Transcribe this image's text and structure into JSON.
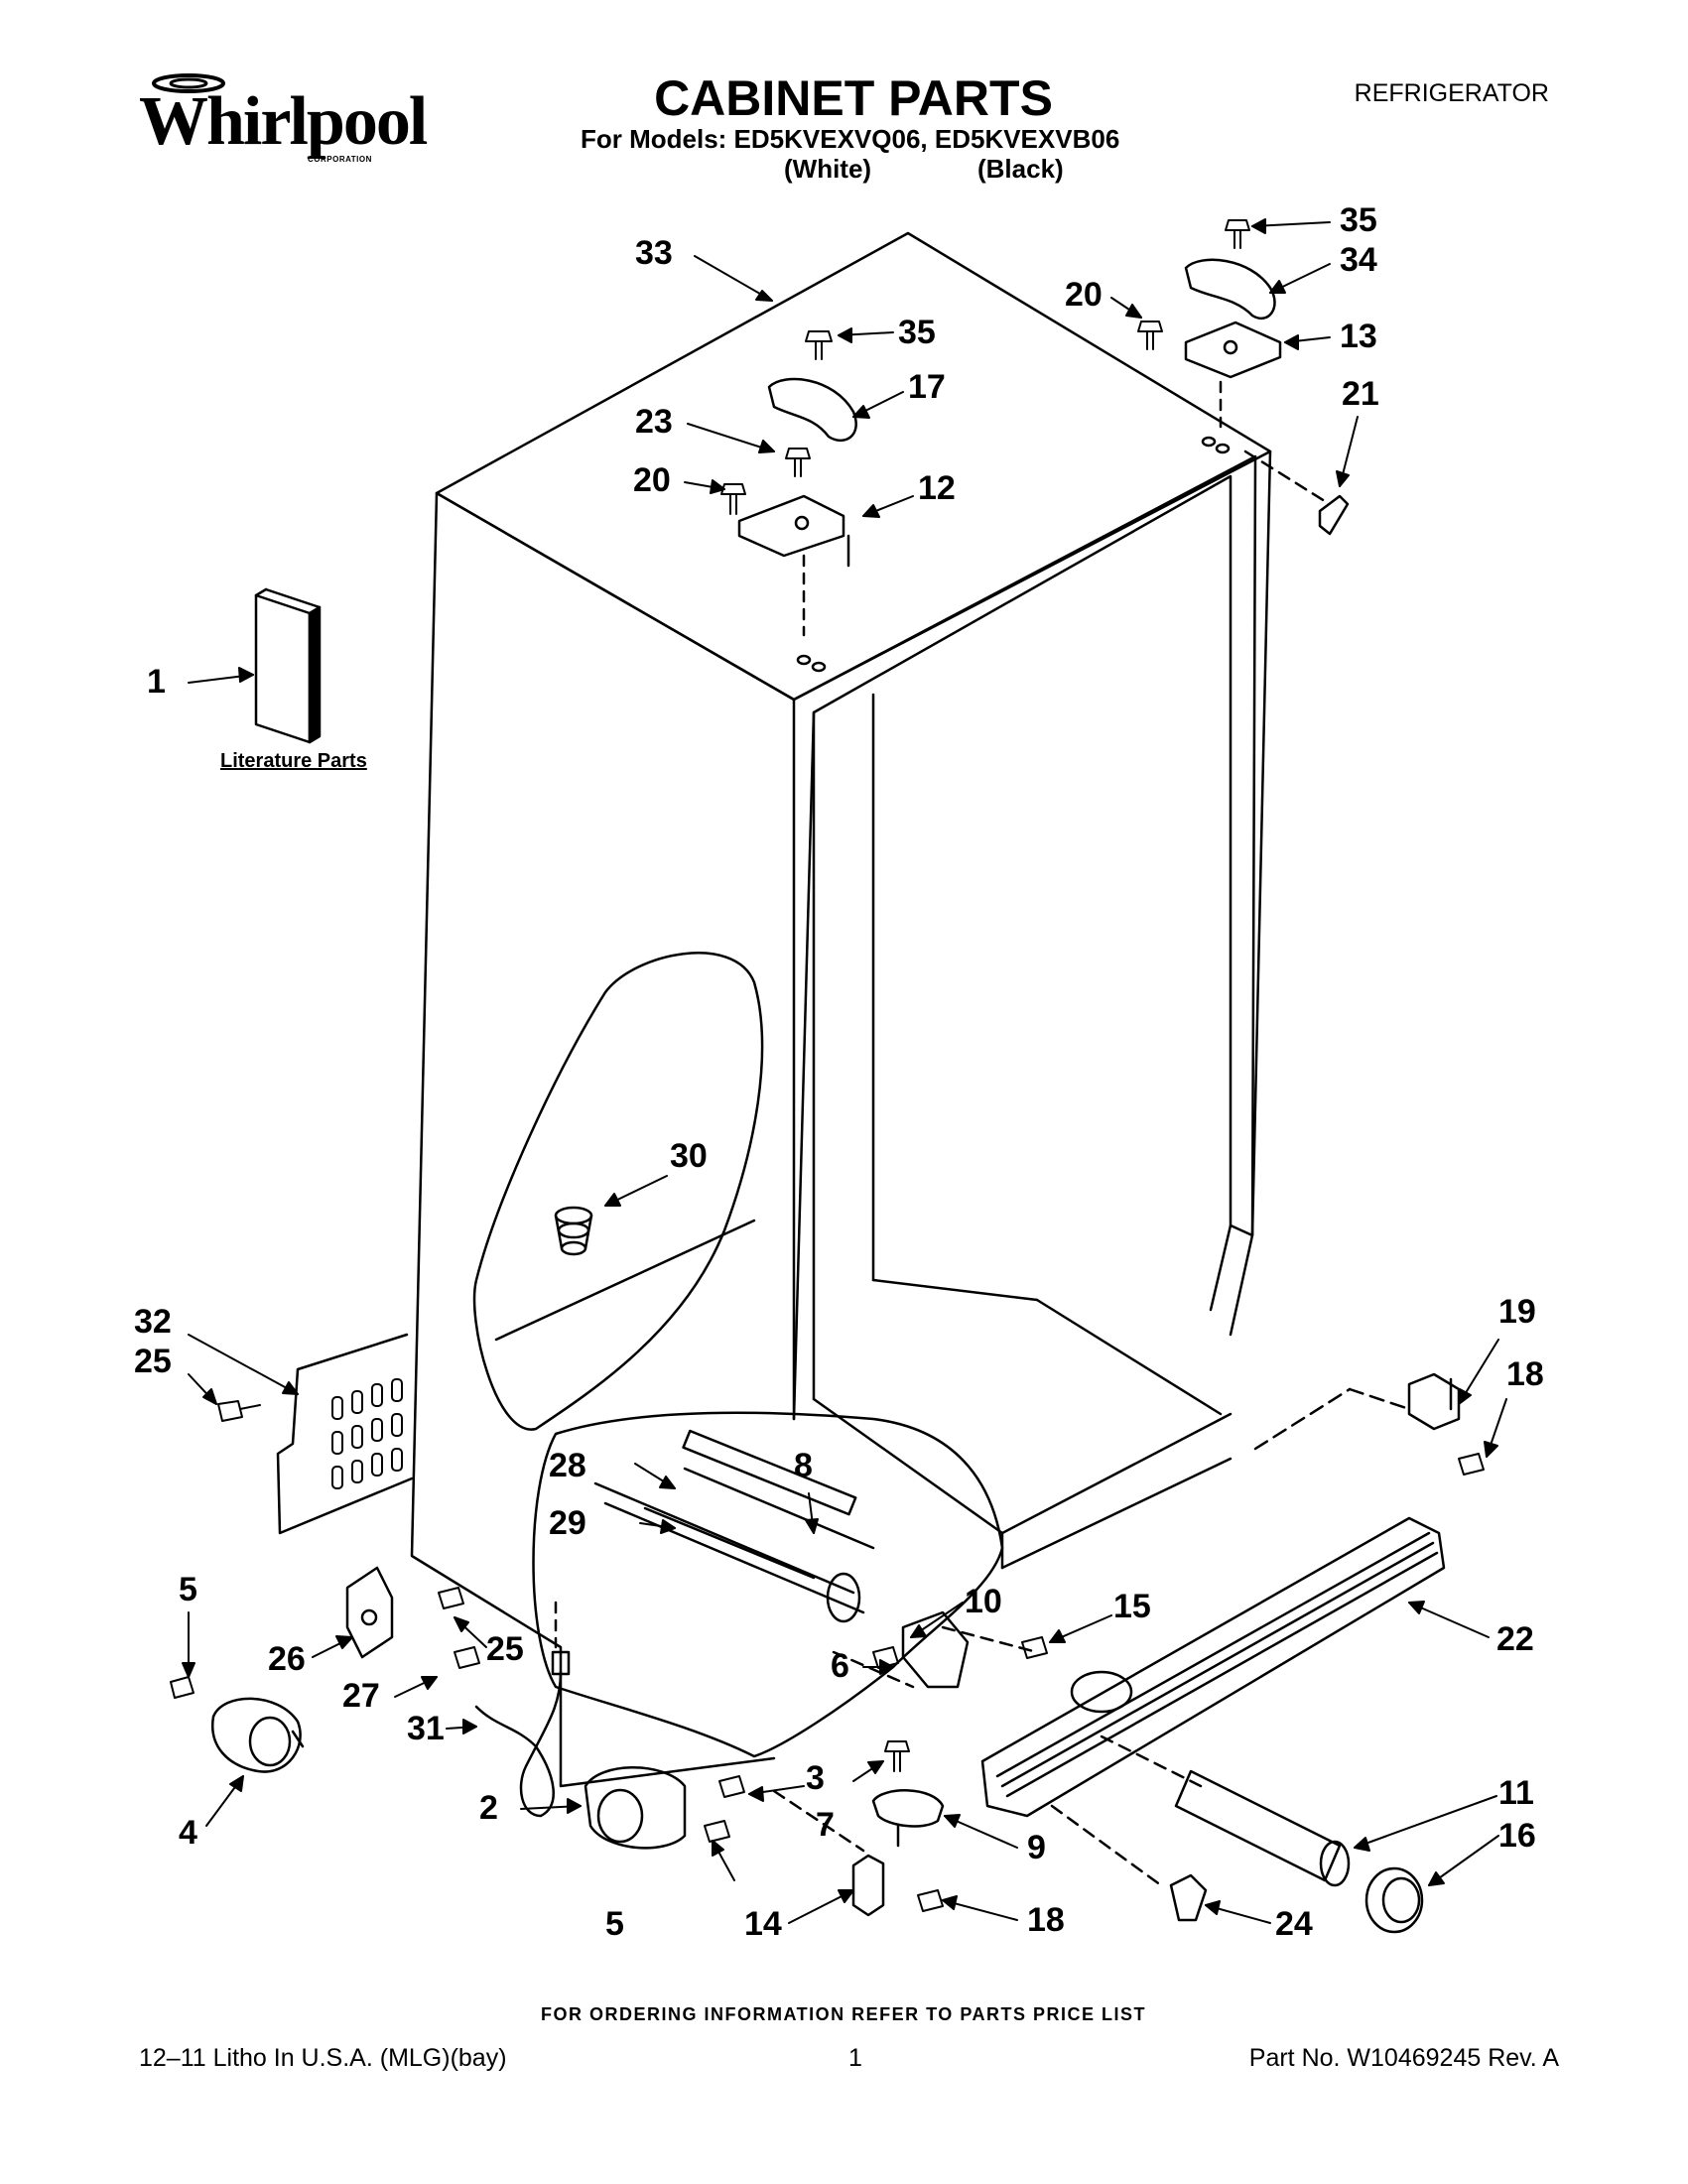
{
  "header": {
    "brand": "Whirlpool",
    "brand_corp": "CORPORATION",
    "title": "CABINET PARTS",
    "models_line": "For Models: ED5KVEXVQ06, ED5KVEXVB06",
    "color_white": "(White)",
    "color_black": "(Black)",
    "category": "REFRIGERATOR"
  },
  "diagram": {
    "literature_label": "Literature Parts",
    "callouts": [
      "1",
      "2",
      "3",
      "4",
      "5",
      "5",
      "6",
      "7",
      "8",
      "9",
      "10",
      "11",
      "12",
      "13",
      "14",
      "15",
      "16",
      "17",
      "18",
      "18",
      "19",
      "20",
      "20",
      "21",
      "22",
      "23",
      "24",
      "25",
      "25",
      "26",
      "27",
      "28",
      "29",
      "30",
      "31",
      "32",
      "33",
      "34",
      "35",
      "35"
    ]
  },
  "footer": {
    "ordering_note": "FOR ORDERING INFORMATION REFER TO PARTS PRICE LIST",
    "litho": "12–11 Litho In U.S.A. (MLG)(bay)",
    "page": "1",
    "part_no": "Part No. W10469245 Rev. A"
  }
}
